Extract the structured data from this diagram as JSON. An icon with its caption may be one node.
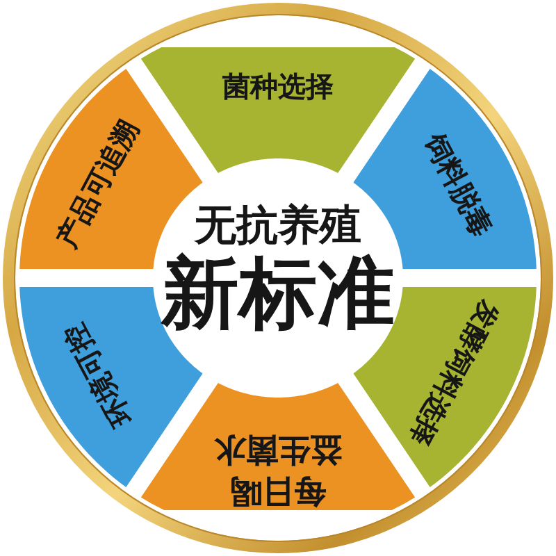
{
  "diagram": {
    "nodes": [
      {
        "text": [
          "无抗养殖",
          "新标准"
        ]
      },
      {
        "text": [
          "菌种选择"
        ]
      },
      {
        "text": [
          "饲料脱毒"
        ]
      },
      {
        "text": [
          "发酵饲料选择"
        ]
      },
      {
        "text": [
          "每日喝益生菌水"
        ]
      },
      {
        "text": [
          "环境可控"
        ]
      },
      {
        "text": [
          "产品可追溯"
        ]
      }
    ]
  }
}
